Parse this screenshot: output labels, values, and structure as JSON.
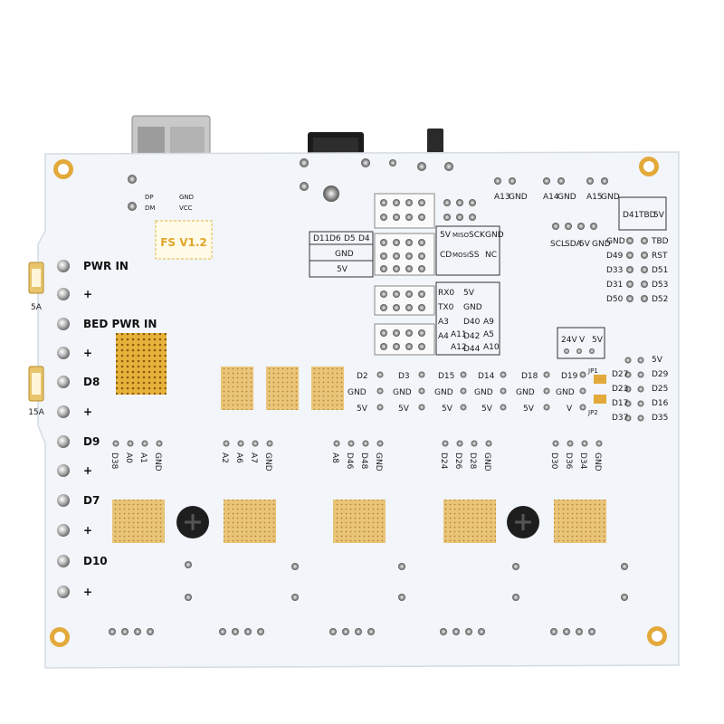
{
  "board": {
    "logo": "FS V1.2",
    "power": {
      "pwr_in": "PWR IN",
      "bed_pwr_in": "BED PWR IN",
      "fuse_5a": "5A",
      "fuse_15a": "15A"
    },
    "left_terminals": [
      "D8",
      "D9",
      "D7",
      "D10"
    ],
    "plus": "+",
    "header_top_row": [
      "A13",
      "GND",
      "A14",
      "GND",
      "A15",
      "GND"
    ],
    "i2c": [
      "SCL",
      "SDA",
      "5V",
      "GND"
    ],
    "tbd_block": [
      "D41",
      "TBD",
      "5V"
    ],
    "spi_col1": [
      "GND",
      "NC"
    ],
    "spi_col2": [
      "SCK",
      "SS"
    ],
    "spi_col3": [
      "MISO",
      "MOSI"
    ],
    "spi_col4": [
      "5V",
      "CD"
    ],
    "dlist": [
      "D11",
      "D6",
      "D5",
      "D4"
    ],
    "dgnd": "GND",
    "d5v": "5V",
    "serial_col1": [
      "5V",
      "GND",
      "D40",
      "D42",
      "D44"
    ],
    "serial_col2": [
      "RX0",
      "TX0",
      "A3",
      "A4"
    ],
    "serial_col3": [
      "A9",
      "A5",
      "A10",
      "A11",
      "A12"
    ],
    "right_list": [
      "TBD",
      "RST",
      "D51",
      "D53",
      "D50",
      "D52"
    ],
    "right_gnd": "GND",
    "right_d": [
      "D49",
      "D33",
      "D31"
    ],
    "voltage": [
      "24V",
      "V",
      "5V"
    ],
    "jumpers": [
      "JP1",
      "JP2"
    ],
    "right_lower": [
      "5V",
      "D29",
      "D27",
      "D25",
      "D23",
      "D16",
      "D17",
      "D35",
      "D37"
    ],
    "endstops": [
      {
        "sig": "D2",
        "gnd": "GND",
        "v": "5V"
      },
      {
        "sig": "D3",
        "gnd": "GND",
        "v": "5V"
      },
      {
        "sig": "D15",
        "gnd": "GND",
        "v": "5V"
      },
      {
        "sig": "D14",
        "gnd": "GND",
        "v": "5V"
      },
      {
        "sig": "D18",
        "gnd": "GND",
        "v": "5V"
      },
      {
        "sig": "D19",
        "gnd": "GND",
        "v": "V"
      }
    ],
    "driver_headers": [
      [
        "D38",
        "A0",
        "A1",
        "GND"
      ],
      [
        "A2",
        "A6",
        "A7",
        "GND"
      ],
      [
        "A8",
        "D46",
        "D48",
        "GND"
      ],
      [
        "D24",
        "D26",
        "D28",
        "GND"
      ],
      [
        "D30",
        "D36",
        "D34",
        "GND"
      ]
    ],
    "usb": [
      "DP",
      "DM",
      "GND",
      "VCC"
    ]
  }
}
